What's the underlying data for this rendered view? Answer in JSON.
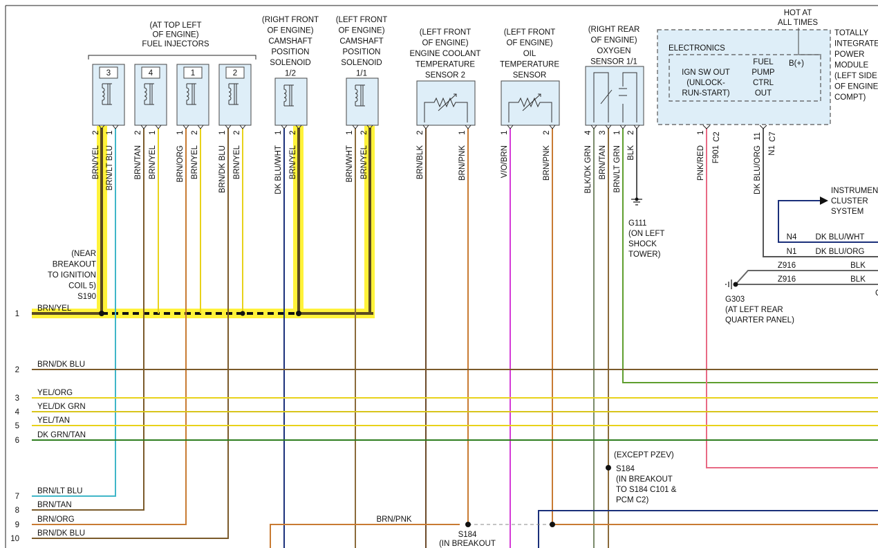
{
  "page": {
    "border_color": "#222222"
  },
  "colors": {
    "highlight": "#fff23a",
    "brn": "#7a5a2a",
    "yel": "#e8d21a",
    "ltblu": "#3fb6c8",
    "dkblu": "#1a2f7a",
    "pnk": "#e86a84",
    "vio": "#d43ad6",
    "dkgrn": "#2e7d1e",
    "ltgrn": "#5e9e2e",
    "blk": "#555555",
    "orange": "#c87a32"
  },
  "components": {
    "injectors_title": [
      "(AT TOP LEFT",
      "OF ENGINE)",
      "FUEL INJECTORS"
    ],
    "injectors": [
      "3",
      "4",
      "1",
      "2"
    ],
    "cam_rf_title": [
      "(RIGHT FRONT",
      "OF ENGINE)",
      "CAMSHAFT",
      "POSITION",
      "SOLENOID",
      "1/2"
    ],
    "cam_lf_title": [
      "(LEFT FRONT",
      "OF ENGINE)",
      "CAMSHAFT",
      "POSITION",
      "SOLENOID",
      "1/1"
    ],
    "coolant_title": [
      "(LEFT FRONT",
      "OF ENGINE)",
      "ENGINE COOLANT",
      "TEMPERATURE",
      "SENSOR 2"
    ],
    "oil_title": [
      "(LEFT FRONT",
      "OF ENGINE)",
      "OIL",
      "TEMPERATURE",
      "SENSOR"
    ],
    "o2_title": [
      "(RIGHT REAR",
      "OF ENGINE)",
      "OXYGEN",
      "SENSOR 1/1"
    ],
    "tipm": {
      "hot": [
        "HOT AT",
        "ALL TIMES"
      ],
      "name": [
        "TOTALLY",
        "INTEGRATED",
        "POWER",
        "MODULE",
        "(LEFT SIDE",
        "OF ENGINE",
        "COMPT)"
      ],
      "electronics": "ELECTRONICS",
      "ign": [
        "IGN SW OUT",
        "(UNLOCK-",
        "RUN-START)"
      ],
      "fuel": [
        "FUEL",
        "PUMP",
        "CTRL",
        "OUT"
      ],
      "bplus": "B(+)"
    },
    "instrument": [
      "INSTRUMENT",
      "CLUSTER",
      "SYSTEM"
    ]
  },
  "pins": {
    "inj3": [
      "2",
      "1"
    ],
    "inj4": [
      "2",
      "1"
    ],
    "inj1": [
      "1",
      "2"
    ],
    "inj2": [
      "1",
      "2"
    ],
    "camrf": [
      "1",
      "2"
    ],
    "camlf": [
      "1",
      "2"
    ],
    "cool": [
      "2",
      "1"
    ],
    "oil": [
      "1",
      "2"
    ],
    "o2": [
      "4",
      "3",
      "1",
      "2"
    ],
    "tipm_a": "1",
    "tipm_a_conn": "C2",
    "tipm_b": "11",
    "tipm_b_conn": "C7"
  },
  "wire_labels": {
    "inj3": [
      "BRN/YEL",
      "BRN/LT BLU"
    ],
    "inj4": [
      "BRN/TAN",
      "BRN/YEL"
    ],
    "inj1": [
      "BRN/ORG",
      "BRN/YEL"
    ],
    "inj2": [
      "BRN/DK BLU",
      "BRN/YEL"
    ],
    "camrf": [
      "DK BLU/WHT",
      "BRN/YEL"
    ],
    "camlf": [
      "BRN/WHT",
      "BRN/YEL"
    ],
    "cool": [
      "BRN/BLK",
      "BRN/PNK"
    ],
    "oil": [
      "V/O/BRN",
      "BRN/PNK"
    ],
    "o2": [
      "BLK/DK GRN",
      "BRN/TAN",
      "BRN/LT GRN",
      "BLK"
    ],
    "tipm_a": [
      "PNK/RED",
      "F901"
    ],
    "tipm_b": [
      "DK BLU/ORG",
      "N1"
    ]
  },
  "grounds": {
    "g111": [
      "G111",
      "(ON LEFT",
      "SHOCK",
      "TOWER)"
    ],
    "g303": [
      "G303",
      "(AT LEFT REAR",
      "QUARTER PANEL)"
    ]
  },
  "splices": {
    "s190": [
      "(NEAR",
      "BREAKOUT",
      "TO IGNITION",
      "COIL 5)",
      "S190"
    ],
    "s184_right": [
      "(EXCEPT PZEV)",
      "S184",
      "(IN BREAKOUT",
      "TO S184 C101 &",
      "PCM C2)"
    ],
    "s184_bottom": [
      "S184",
      "(IN BREAKOUT"
    ],
    "brn_pnk": "BRN/PNK"
  },
  "right_wires": [
    {
      "code": "N4",
      "color": "DK BLU/WHT"
    },
    {
      "code": "N1",
      "color": "DK BLU/ORG"
    },
    {
      "code": "Z916",
      "color": "BLK"
    },
    {
      "code": "Z916",
      "color": "BLK"
    },
    {
      "code": "G",
      "color": ""
    }
  ],
  "rows": [
    {
      "num": "1",
      "label": "BRN/YEL"
    },
    {
      "num": "2",
      "label": "BRN/DK BLU"
    },
    {
      "num": "3",
      "label": "YEL/ORG"
    },
    {
      "num": "4",
      "label": "YEL/DK GRN"
    },
    {
      "num": "5",
      "label": "YEL/TAN"
    },
    {
      "num": "6",
      "label": "DK GRN/TAN"
    },
    {
      "num": "7",
      "label": "BRN/LT BLU"
    },
    {
      "num": "8",
      "label": "BRN/TAN"
    },
    {
      "num": "9",
      "label": "BRN/ORG"
    },
    {
      "num": "10",
      "label": "BRN/DK BLU"
    }
  ]
}
